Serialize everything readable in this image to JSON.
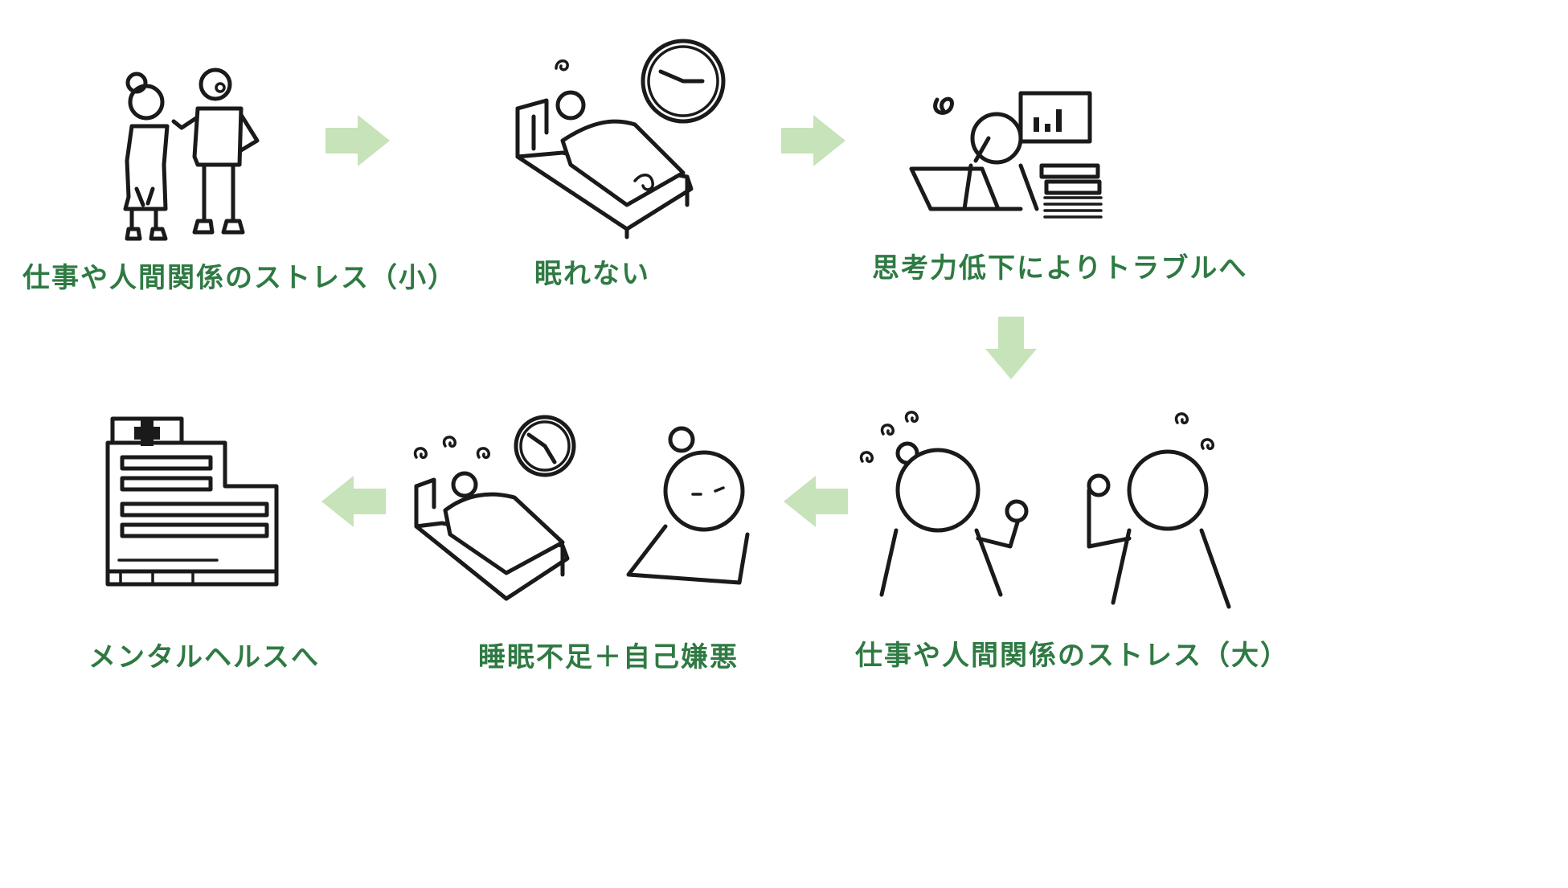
{
  "diagram": {
    "colors": {
      "caption": "#2f7a43",
      "arrow": "#c6e3b9",
      "line": "#1a1a1a"
    },
    "steps": [
      {
        "id": "step1",
        "caption": "仕事や人間関係のストレス（小）",
        "icon": "two-colleagues-talking"
      },
      {
        "id": "step2",
        "caption": "眠れない",
        "icon": "sleepless-in-bed-with-clock"
      },
      {
        "id": "step3",
        "caption": "思考力低下によりトラブルへ",
        "icon": "stressed-worker-at-desk"
      },
      {
        "id": "step4",
        "caption": "仕事や人間関係のストレス（大）",
        "icon": "two-angry-people"
      },
      {
        "id": "step5",
        "caption": "睡眠不足＋自己嫌悪",
        "icon": "sleepless-and-depressed"
      },
      {
        "id": "step6",
        "caption": "メンタルヘルスへ",
        "icon": "hospital-building"
      }
    ],
    "arrows": [
      {
        "from": "step1",
        "to": "step2",
        "direction": "right"
      },
      {
        "from": "step2",
        "to": "step3",
        "direction": "right"
      },
      {
        "from": "step3",
        "to": "step4",
        "direction": "down"
      },
      {
        "from": "step4",
        "to": "step5",
        "direction": "left"
      },
      {
        "from": "step5",
        "to": "step6",
        "direction": "left"
      }
    ]
  }
}
